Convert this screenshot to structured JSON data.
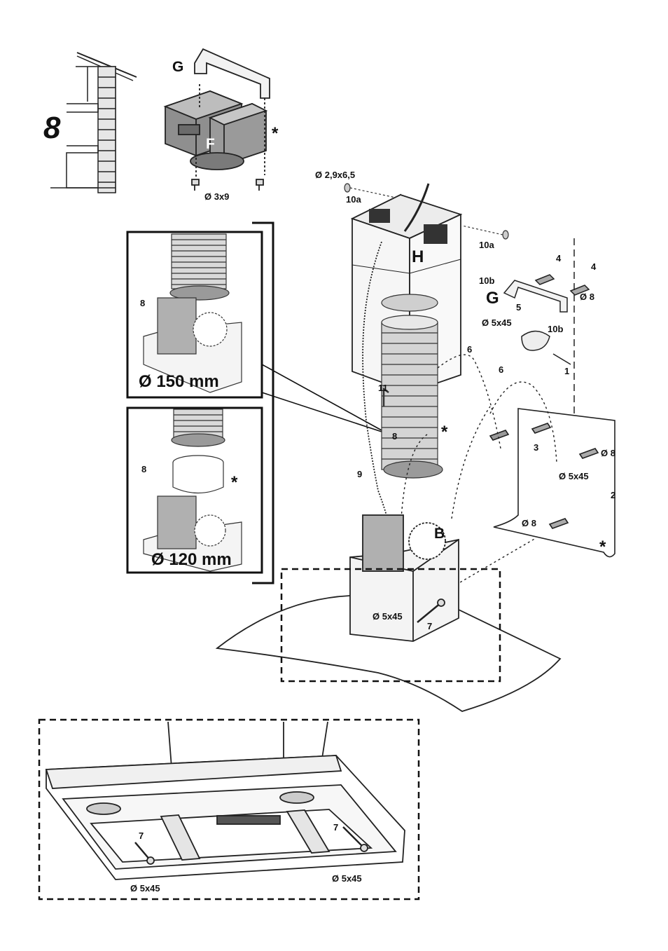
{
  "step_number": "8",
  "parts": {
    "bracket_G_top": "G",
    "unit_F": "F",
    "chimney_H": "H",
    "bracket_G_wall": "G",
    "base_B": "B"
  },
  "screws": {
    "top_screw": "Ø 3x9",
    "chimney_screw": "Ø 2,9x6,5",
    "bracket_screw": "Ø 5x45",
    "wall_screw": "Ø 5x45",
    "base_screw": "Ø 5x45",
    "bottom_left_screw": "Ø 5x45",
    "bottom_right_screw": "Ø 5x45",
    "wall_plug_top": "Ø 8",
    "wall_plug_mid": "Ø 8",
    "wall_plug_low": "Ø 8"
  },
  "callouts": {
    "c10a_a": "10a",
    "c10a_b": "10a",
    "c10b_a": "10b",
    "c10b_b": "10b",
    "c4_a": "4",
    "c4_b": "4",
    "c5": "5",
    "c1": "1",
    "c6_a": "6",
    "c6_b": "6",
    "c11": "11",
    "c8_main": "8",
    "c9": "9",
    "c3": "3",
    "c2": "2",
    "c7_main": "7",
    "c7_left": "7",
    "c7_right": "7",
    "c8_inset1": "8",
    "c8_inset2": "8"
  },
  "insets": {
    "duct_150": "Ø 150 mm",
    "duct_120": "Ø 120 mm"
  },
  "asterisks": {
    "a1": "*",
    "a2": "*",
    "a3": "*",
    "a4": "*"
  }
}
